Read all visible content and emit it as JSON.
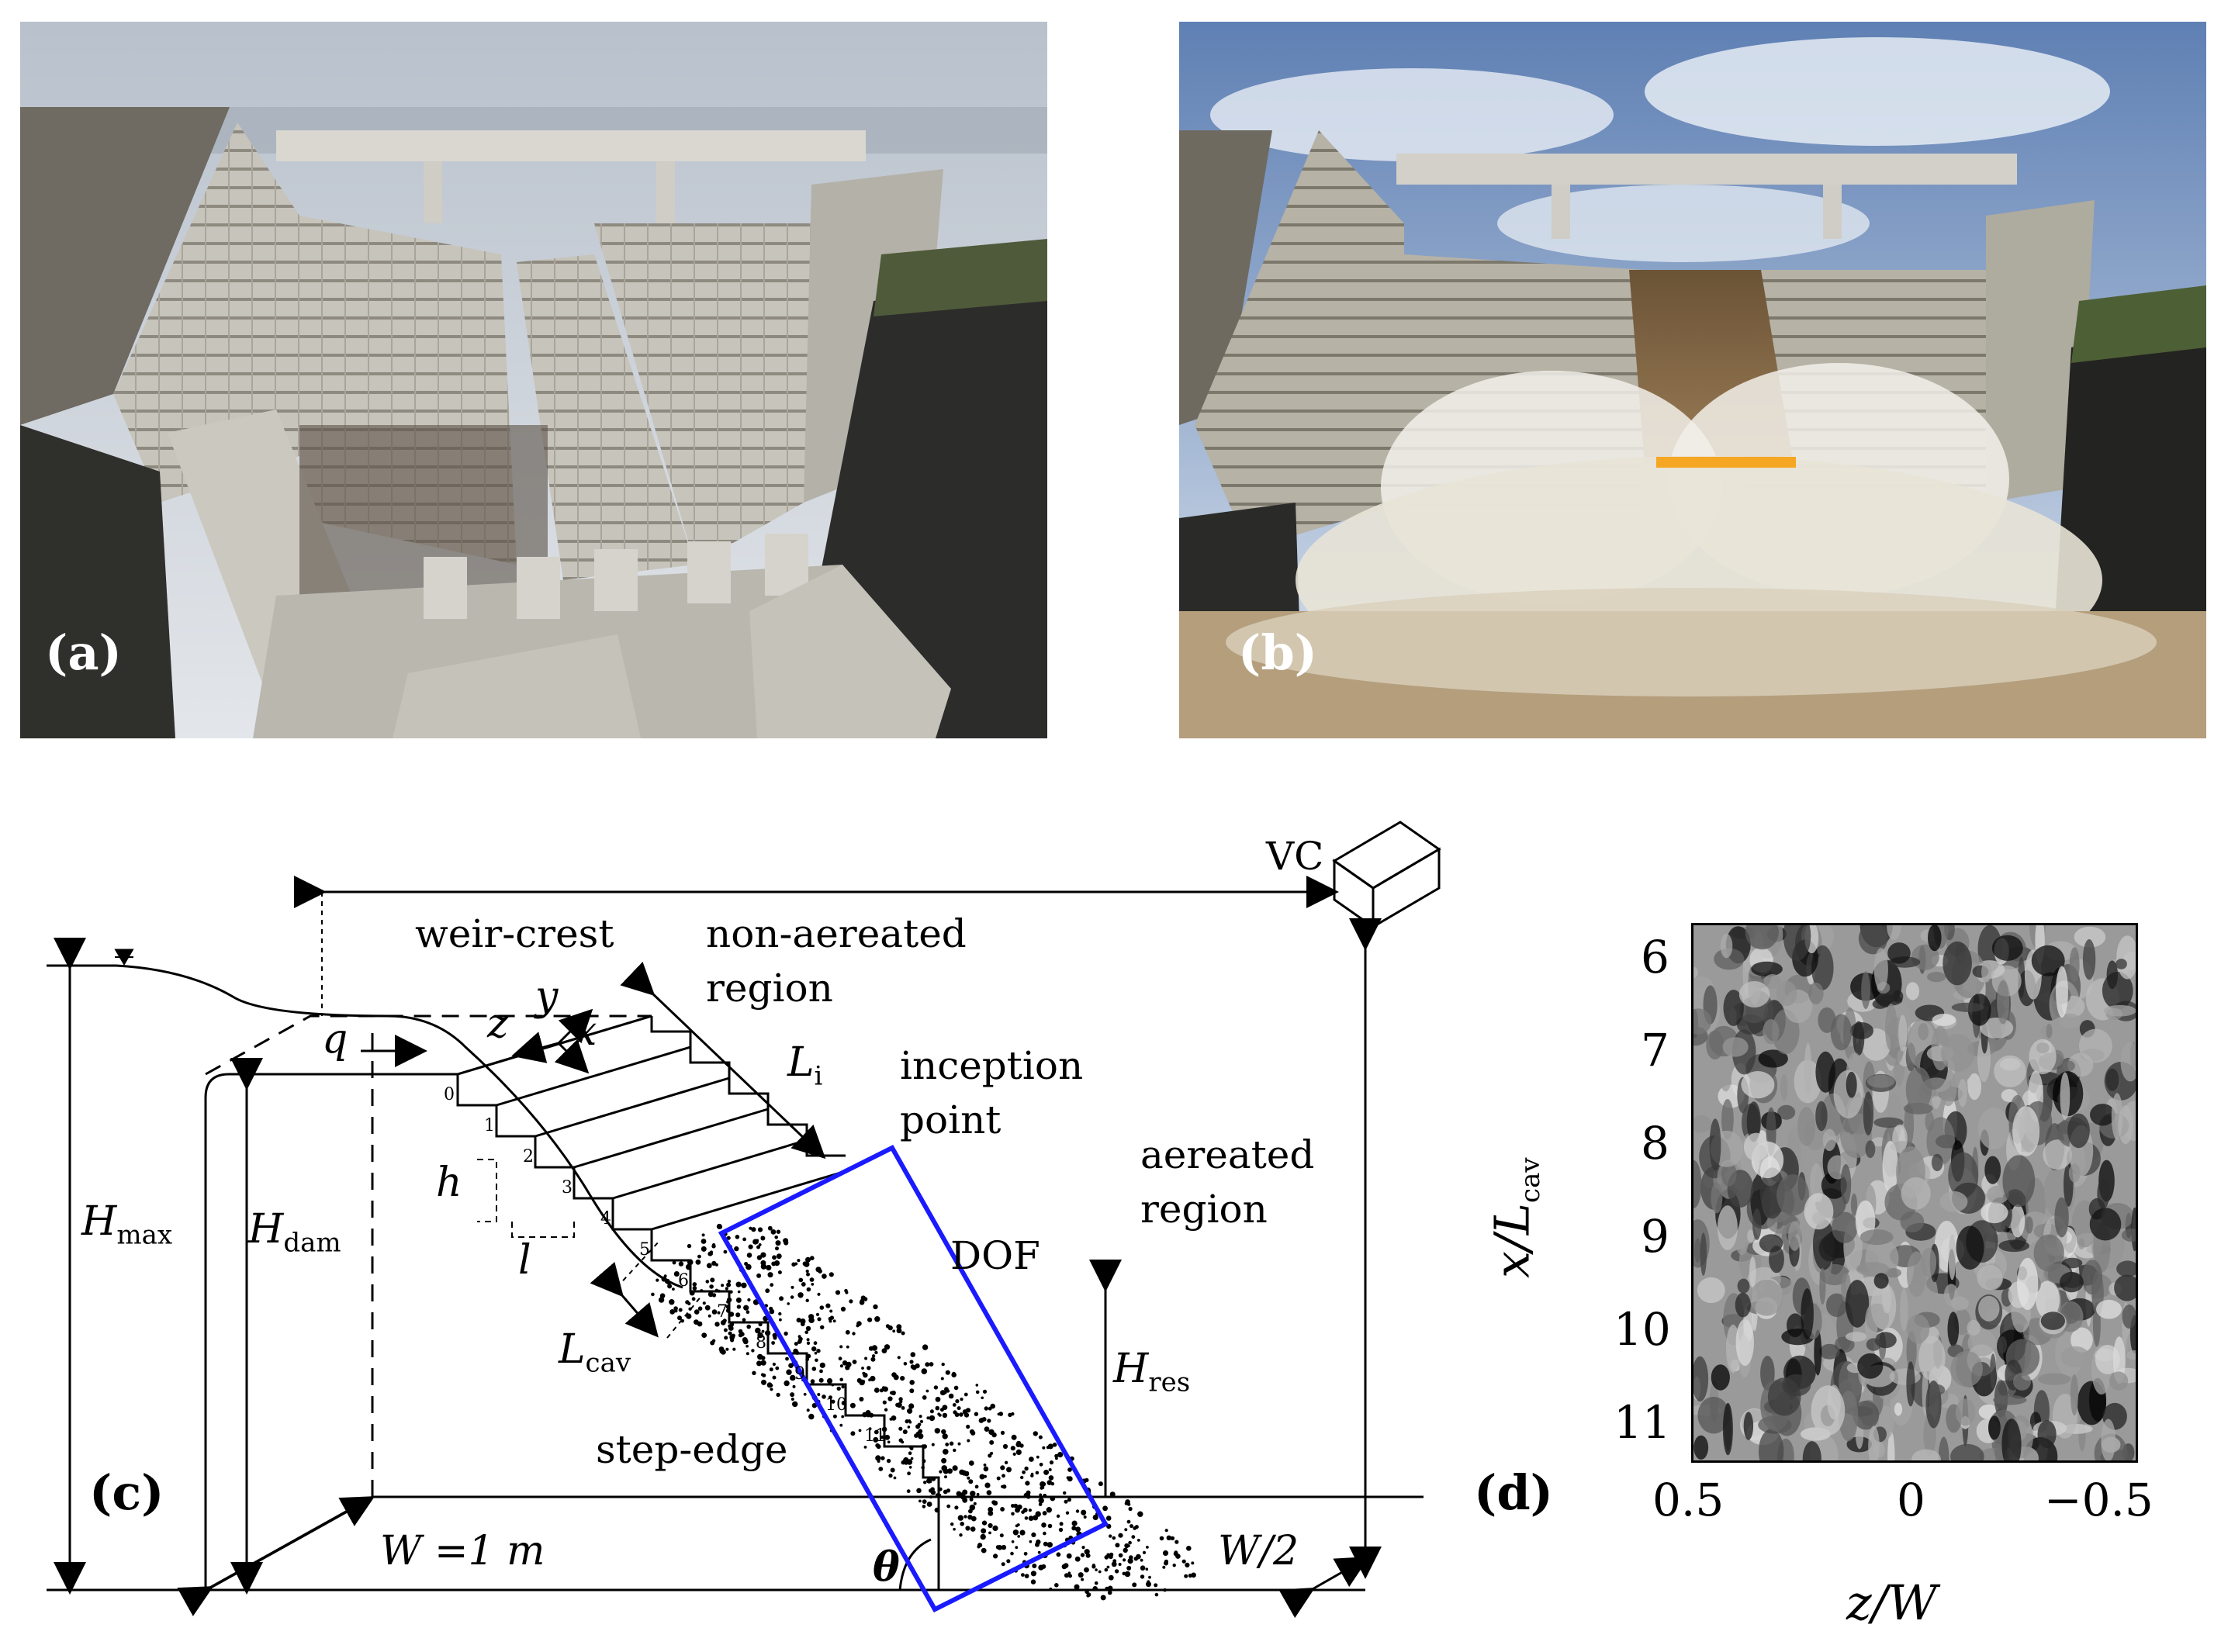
{
  "panels": {
    "a": {
      "label": "(a)"
    },
    "b": {
      "label": "(b)"
    },
    "c": {
      "label": "(c)"
    },
    "d": {
      "label": "(d)"
    }
  },
  "diagram": {
    "weir_crest": "weir-crest",
    "non_aerated_1": "non-aereated",
    "non_aerated_2": "region",
    "inception_1": "inception",
    "inception_2": "point",
    "aerated_1": "aereated",
    "aerated_2": "region",
    "dof": "DOF",
    "vc": "VC",
    "step_edge": "step-edge",
    "q": "q",
    "y": "y",
    "z": "z",
    "x": "x",
    "h": "h",
    "l": "l",
    "Li_main": "L",
    "Li_sub": "i",
    "Hmax_main": "H",
    "Hmax_sub": "max",
    "Hdam_main": "H",
    "Hdam_sub": "dam",
    "Lcav_main": "L",
    "Lcav_sub": "cav",
    "Hres_main": "H",
    "Hres_sub": "res",
    "width": "W =1 m",
    "half_width": "W/2",
    "theta": "θ",
    "step_numbers": [
      "0",
      "1",
      "2",
      "3",
      "4",
      "5",
      "6",
      "7",
      "8",
      "9",
      "10",
      "11"
    ]
  },
  "plot_d": {
    "ylabel": "x/L",
    "ylabel_sub": "cav",
    "xlabel": "z/W",
    "y_ticks": [
      "6",
      "7",
      "8",
      "9",
      "10",
      "11"
    ],
    "x_ticks": [
      "0.5",
      "0",
      "−0.5"
    ]
  },
  "colors": {
    "dof_box": "#1a1aff",
    "crest_line": "#f5a623",
    "sky": "#c9d4e0",
    "concrete": "#b9b7ae"
  }
}
